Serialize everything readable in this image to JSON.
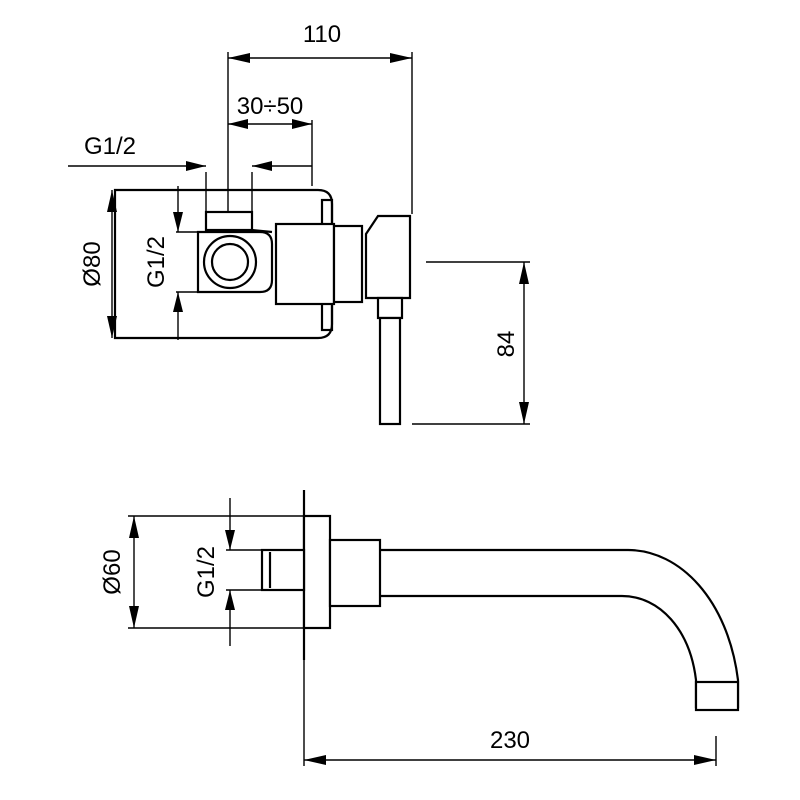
{
  "top_view": {
    "dim_width": "110",
    "dim_wall_range": "30÷50",
    "dim_inlet_left": "G1/2",
    "dim_inlet_vertical": "G1/2",
    "dim_diameter": "Ø80",
    "dim_lever_height": "84"
  },
  "spout_view": {
    "dim_diameter": "Ø60",
    "dim_thread": "G1/2",
    "dim_length": "230"
  }
}
